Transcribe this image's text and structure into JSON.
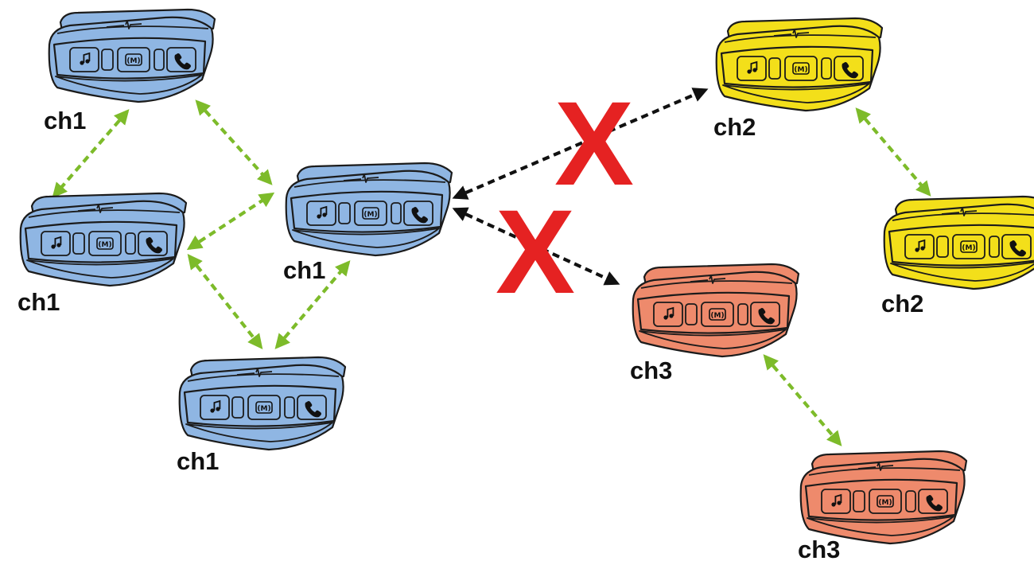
{
  "colors": {
    "group_ch1": "#8fb6e3",
    "group_ch2": "#f3df1a",
    "group_ch3": "#ee8a6c",
    "link_ok": "#7dbb2a",
    "link_blocked": "#111111",
    "blocked_mark": "#e52222",
    "outline": "#1b1b1b"
  },
  "devices": [
    {
      "id": "d1",
      "channel": "ch1",
      "label": "ch1",
      "color_key": "group_ch1",
      "icons": [
        "music-icon",
        "mesh-icon",
        "phone-icon"
      ]
    },
    {
      "id": "d2",
      "channel": "ch1",
      "label": "ch1",
      "color_key": "group_ch1",
      "icons": [
        "music-icon",
        "mesh-icon",
        "phone-icon"
      ]
    },
    {
      "id": "d3",
      "channel": "ch1",
      "label": "ch1",
      "color_key": "group_ch1",
      "icons": [
        "music-icon",
        "mesh-icon",
        "phone-icon"
      ]
    },
    {
      "id": "d4",
      "channel": "ch1",
      "label": "ch1",
      "color_key": "group_ch1",
      "icons": [
        "music-icon",
        "mesh-icon",
        "phone-icon"
      ]
    },
    {
      "id": "d5",
      "channel": "ch2",
      "label": "ch2",
      "color_key": "group_ch2",
      "icons": [
        "music-icon",
        "mesh-icon",
        "phone-icon"
      ]
    },
    {
      "id": "d6",
      "channel": "ch2",
      "label": "ch2",
      "color_key": "group_ch2",
      "icons": [
        "music-icon",
        "mesh-icon",
        "phone-icon"
      ]
    },
    {
      "id": "d7",
      "channel": "ch3",
      "label": "ch3",
      "color_key": "group_ch3",
      "icons": [
        "music-icon",
        "mesh-icon",
        "phone-icon"
      ]
    },
    {
      "id": "d8",
      "channel": "ch3",
      "label": "ch3",
      "color_key": "group_ch3",
      "icons": [
        "music-icon",
        "mesh-icon",
        "phone-icon"
      ]
    }
  ],
  "links": [
    {
      "from": "d1",
      "to": "d2",
      "status": "connected",
      "bidirectional": true
    },
    {
      "from": "d1",
      "to": "d4",
      "status": "connected",
      "bidirectional": true
    },
    {
      "from": "d2",
      "to": "d4",
      "status": "connected",
      "bidirectional": true
    },
    {
      "from": "d2",
      "to": "d3",
      "status": "connected",
      "bidirectional": true
    },
    {
      "from": "d3",
      "to": "d4",
      "status": "connected",
      "bidirectional": true
    },
    {
      "from": "d4",
      "to": "d5",
      "status": "blocked",
      "bidirectional": true
    },
    {
      "from": "d4",
      "to": "d7",
      "status": "blocked",
      "bidirectional": true
    },
    {
      "from": "d5",
      "to": "d6",
      "status": "connected",
      "bidirectional": true
    },
    {
      "from": "d7",
      "to": "d8",
      "status": "connected",
      "bidirectional": true
    }
  ],
  "blocked_marker_glyph": "X"
}
